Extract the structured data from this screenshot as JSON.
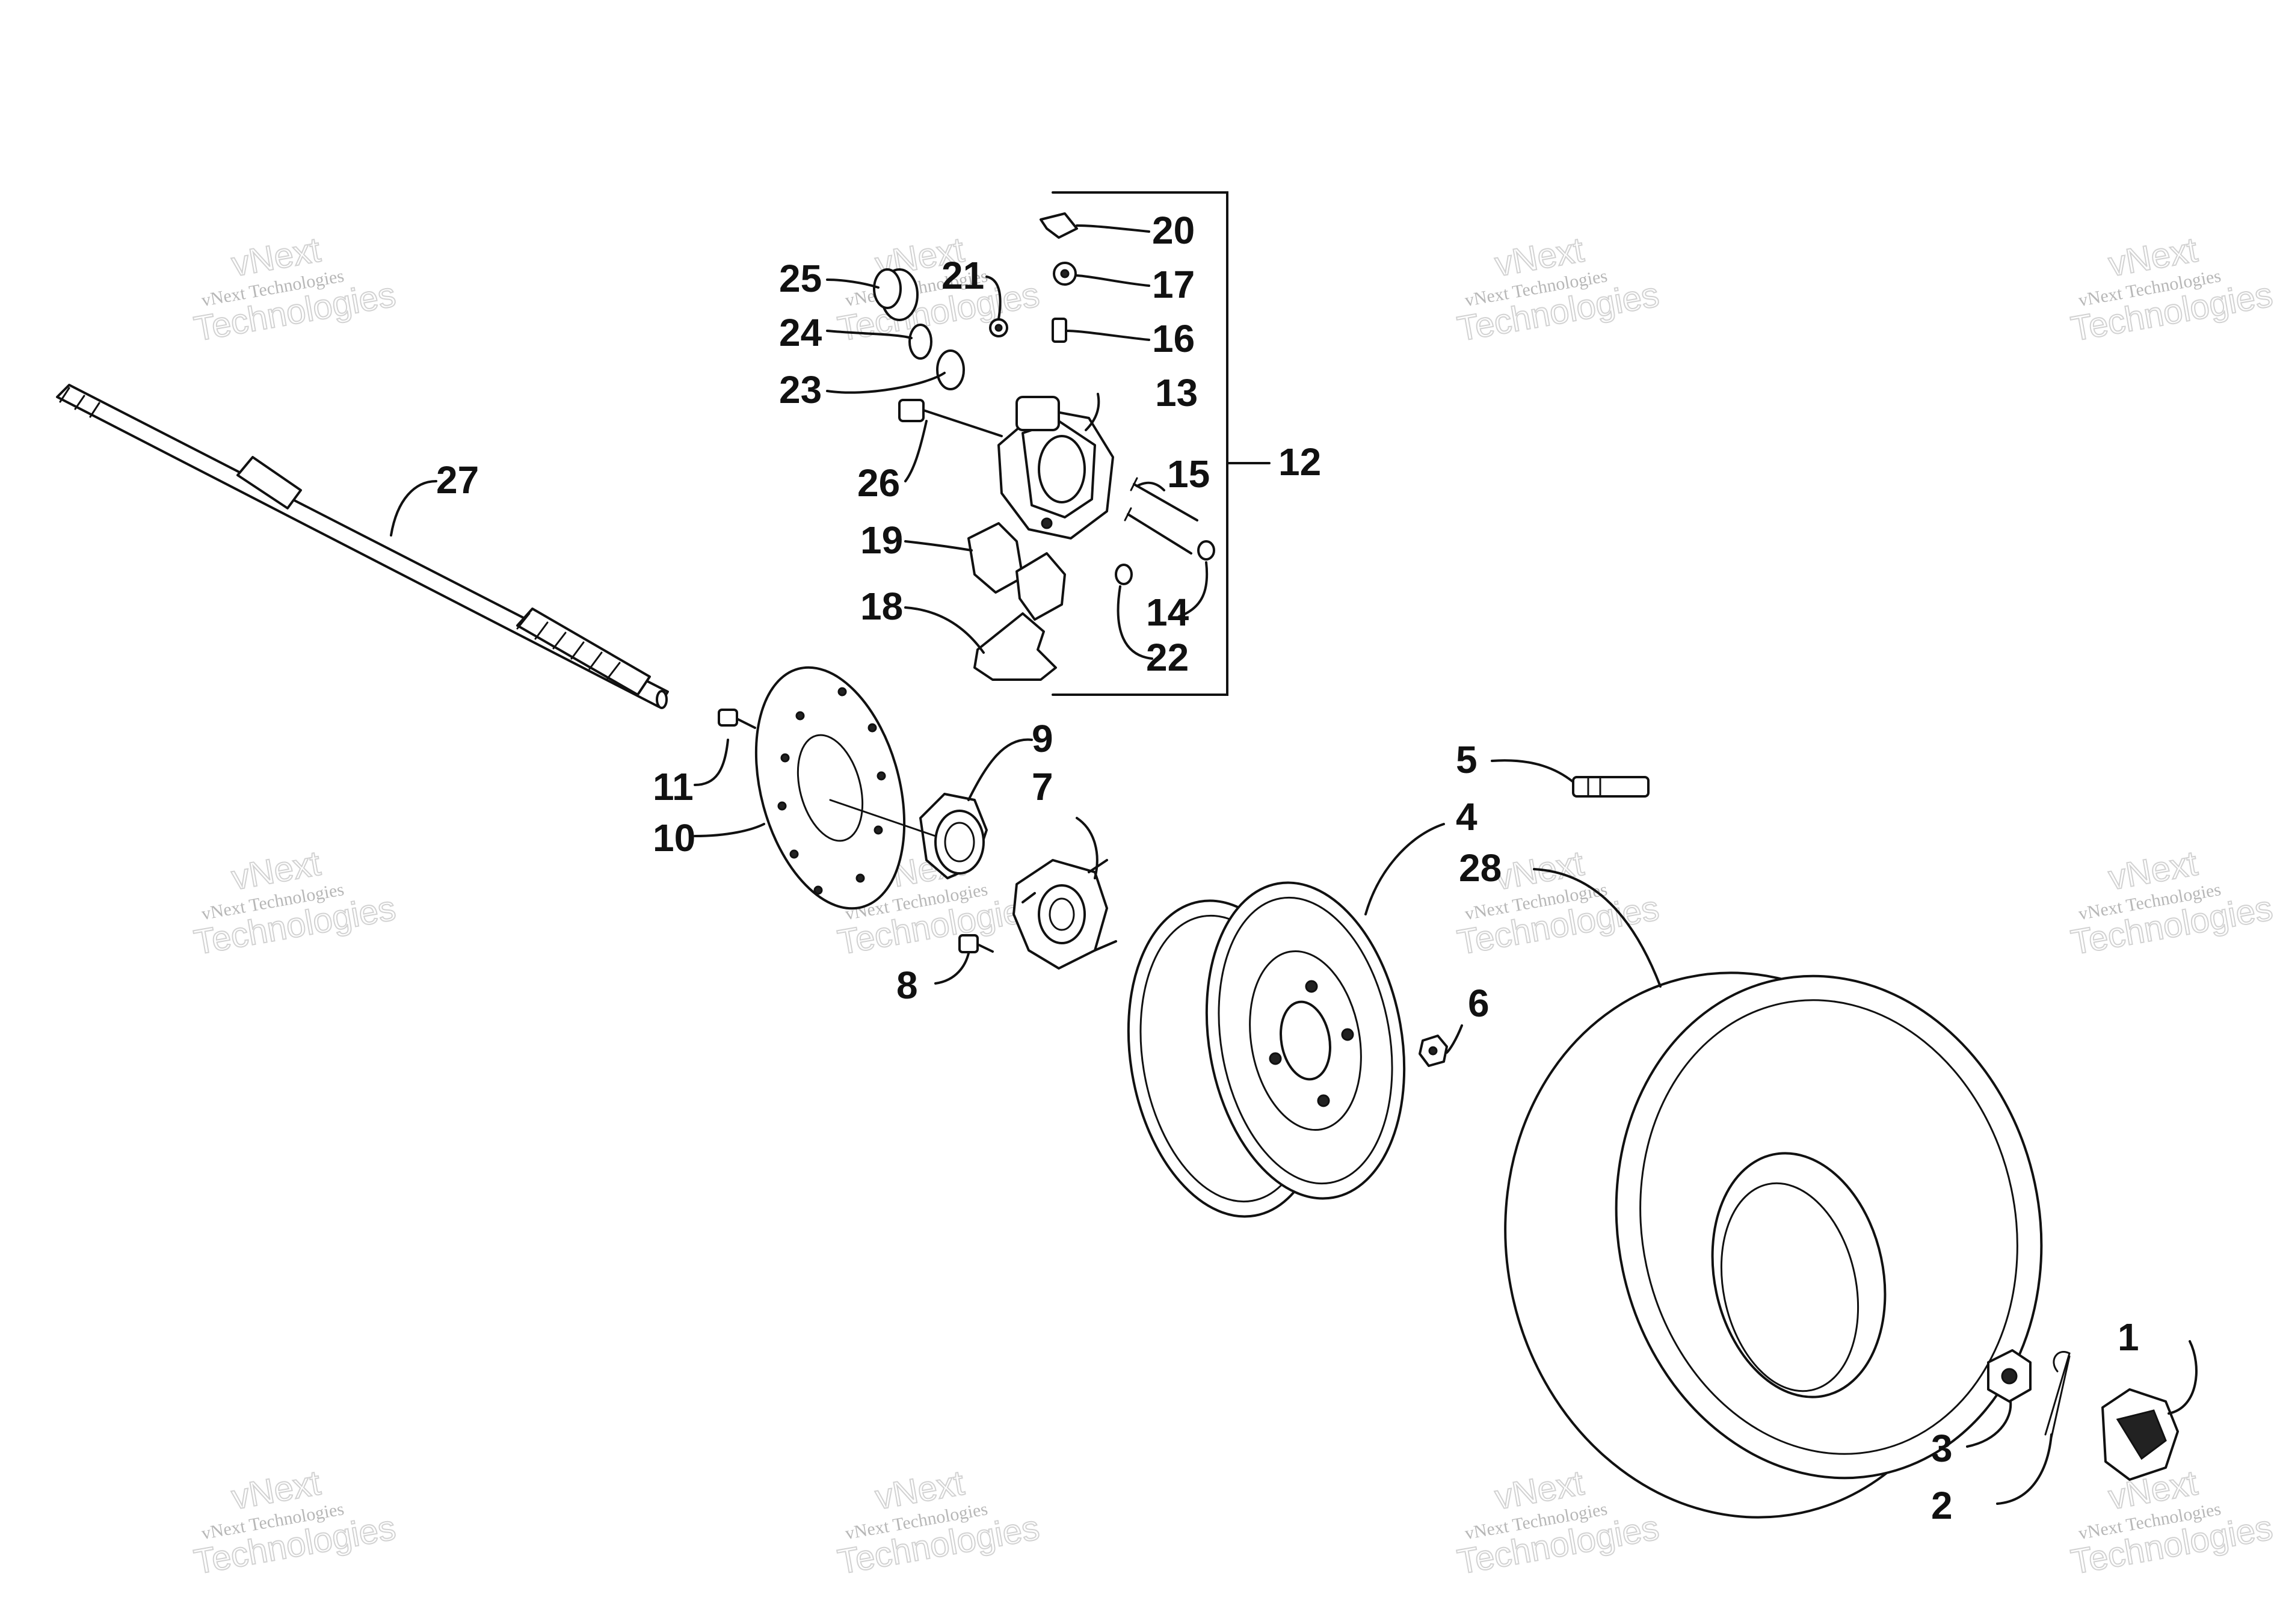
{
  "callouts": [
    "1",
    "2",
    "3",
    "4",
    "5",
    "6",
    "7",
    "8",
    "9",
    "10",
    "11",
    "12",
    "13",
    "14",
    "15",
    "16",
    "17",
    "18",
    "19",
    "20",
    "21",
    "22",
    "23",
    "24",
    "25",
    "26",
    "27",
    "28"
  ],
  "watermark": {
    "name_top": "vNext",
    "name_full": "vNext Technologies",
    "name_bottom": "Technologies"
  },
  "colors": {
    "line": "#111111",
    "background": "#ffffff",
    "watermark": "#9a9a9a"
  }
}
